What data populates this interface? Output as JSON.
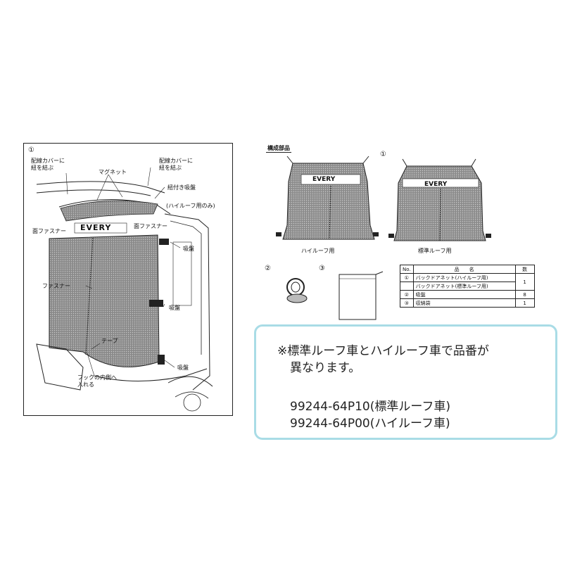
{
  "left_diagram": {
    "circle_num": "①",
    "label_cover_left": "配線カバーに\n紐を結ぶ",
    "label_cover_left_1": "配線カバーに",
    "label_cover_left_2": "紐を結ぶ",
    "label_magnet": "マグネット",
    "label_cover_right_1": "配線カバーに",
    "label_cover_right_2": "紐を結ぶ",
    "label_suction_cord_1": "紐付き吸盤",
    "label_suction_cord_2": "(ハイルーフ用のみ)",
    "label_fastener_surface_left": "面ファスナー",
    "label_fastener_surface_right": "面ファスナー",
    "label_suction_1": "吸盤",
    "label_fastener": "ファスナー",
    "label_suction_2": "吸盤",
    "label_tape": "テープ",
    "label_suction_3": "吸盤",
    "label_hook_1": "フックの内側へ",
    "label_hook_2": "入れる",
    "brand": "EVERY"
  },
  "parts": {
    "title": "構成部品",
    "circle_num": "①",
    "high_roof_label": "ハイルーフ用",
    "standard_roof_label": "標準ルーフ用",
    "brand": "EVERY",
    "circle_two": "②",
    "circle_three": "③"
  },
  "table": {
    "headers": [
      "No.",
      "品　　名",
      "数"
    ],
    "rows": [
      {
        "no": "①",
        "name": "バックドアネット(ハイルーフ用)",
        "qty": "1"
      },
      {
        "no": "",
        "name": "バックドアネット(標準ルーフ用)",
        "qty": ""
      },
      {
        "no": "②",
        "name": "吸盤",
        "qty": "8"
      },
      {
        "no": "③",
        "name": "収納袋",
        "qty": "1"
      }
    ]
  },
  "note": {
    "line1": "※標準ルーフ車とハイルーフ車で品番が",
    "line2": "異なります。",
    "part_number_standard": "99244-64P10(標準ルーフ車)",
    "part_number_high": "99244-64P00(ハイルーフ車)",
    "border_color": "#a9dce6"
  }
}
